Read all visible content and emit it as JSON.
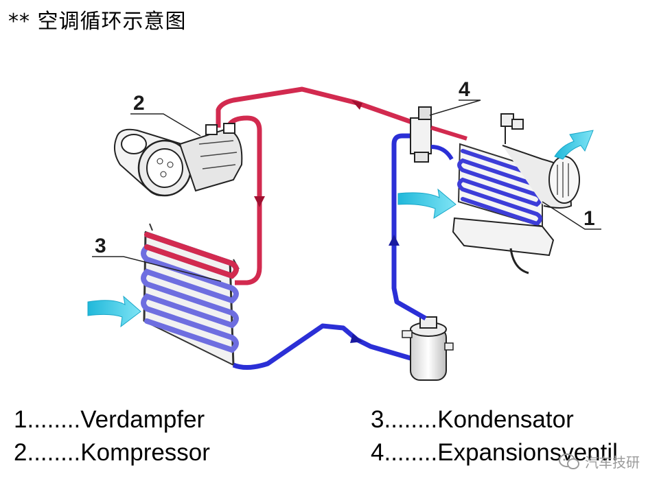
{
  "title": "** 空调循环示意图",
  "callouts": {
    "evaporator": "1",
    "compressor": "2",
    "condenser": "3",
    "expansion_valve": "4"
  },
  "legend": [
    {
      "text": "1........Verdampfer"
    },
    {
      "text": "2........Kompressor"
    },
    {
      "text": "3........Kondensator"
    },
    {
      "text": "4........Expansionsventil"
    }
  ],
  "watermark": "汽车技研",
  "colors": {
    "high_pressure_line": "#d22a4f",
    "low_pressure_line": "#2b2fd6",
    "air_flow": "#29c4e0",
    "background": "#ffffff"
  }
}
